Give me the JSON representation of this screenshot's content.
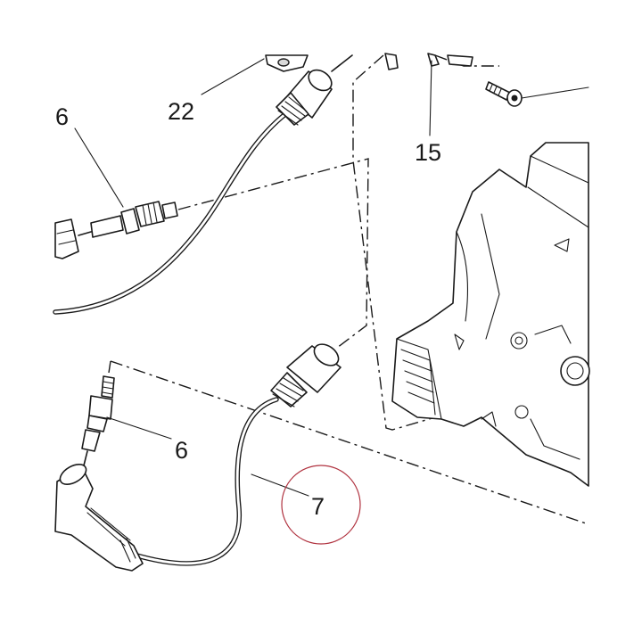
{
  "callouts": {
    "part_22": "22",
    "part_6_upper": "6",
    "part_15": "15",
    "part_6_lower": "6",
    "part_7": "7"
  },
  "colors": {
    "line": "#1a1a1a",
    "background": "#ffffff",
    "highlight_circle": "#b0323f"
  }
}
